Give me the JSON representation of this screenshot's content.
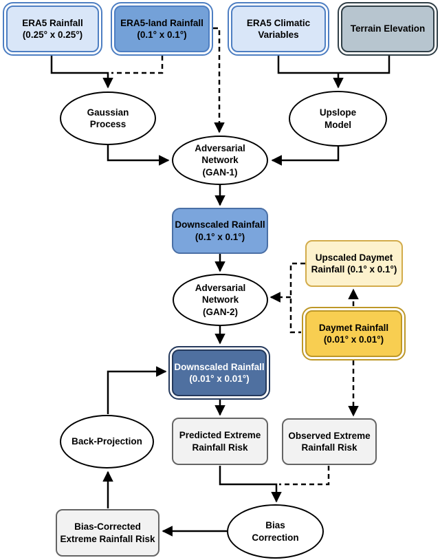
{
  "figure": {
    "type": "flowchart",
    "description": "Rainfall downscaling pipeline diagram"
  },
  "nodes": {
    "era5_rainfall": {
      "line1": "ERA5 Rainfall",
      "line2": "(0.25° x 0.25°)",
      "fill": "#d9e6f8",
      "border": "#4d7ec2",
      "text_color": "#000000"
    },
    "era5_land_rainfall": {
      "line1": "ERA5-land Rainfall",
      "line2": "(0.1° x 0.1°)",
      "fill": "#74a1d8",
      "border": "#4d7ec2",
      "text_color": "#000000"
    },
    "era5_climatic": {
      "line1": "ERA5 Climatic",
      "line2": "Variables",
      "fill": "#d9e6f8",
      "border": "#4d7ec2",
      "text_color": "#000000"
    },
    "terrain_elevation": {
      "line1": "Terrain Elevation",
      "fill": "#b7c5cf",
      "border": "#2f3e46",
      "text_color": "#000000"
    },
    "gaussian_process": {
      "line1": "Gaussian",
      "line2": "Process"
    },
    "upslope_model": {
      "line1": "Upslope",
      "line2": "Model"
    },
    "gan1": {
      "line1": "Adversarial",
      "line2": "Network",
      "line3": "(GAN-1)"
    },
    "downscaled_01": {
      "line1": "Downscaled Rainfall",
      "line2": "(0.1° x 0.1°)",
      "fill": "#7ba5dc",
      "border": "#4a6fa5",
      "text_color": "#000000"
    },
    "gan2": {
      "line1": "Adversarial",
      "line2": "Network",
      "line3": "(GAN-2)"
    },
    "upscaled_daymet": {
      "line1": "Upscaled Daymet",
      "line2": "Rainfall (0.1° x 0.1°)",
      "fill": "#fdf2cd",
      "border": "#d2ab4a",
      "text_color": "#000000"
    },
    "daymet_rainfall": {
      "line1": "Daymet Rainfall",
      "line2": "(0.01° x 0.01°)",
      "fill": "#f8ce51",
      "border": "#bd9727",
      "text_color": "#000000"
    },
    "downscaled_001": {
      "line1": "Downscaled Rainfall",
      "line2": "(0.01° x 0.01°)",
      "fill": "#4f70a0",
      "border": "#24395c",
      "text_color": "#ffffff"
    },
    "predicted_risk": {
      "line1": "Predicted Extreme",
      "line2": "Rainfall Risk",
      "fill": "#f2f2f2",
      "border": "#646464",
      "text_color": "#000000"
    },
    "observed_risk": {
      "line1": "Observed Extreme",
      "line2": "Rainfall Risk",
      "fill": "#f2f2f2",
      "border": "#646464",
      "text_color": "#000000"
    },
    "back_projection": {
      "line1": "Back-Projection"
    },
    "bias_correction": {
      "line1": "Bias",
      "line2": "Correction"
    },
    "bias_corrected_risk": {
      "line1": "Bias-Corrected",
      "line2": "Extreme Rainfall Risk",
      "fill": "#f2f2f2",
      "border": "#646464",
      "text_color": "#000000"
    }
  },
  "edge_colors": {
    "line": "#000000"
  },
  "edges": [
    {
      "from": "era5_rainfall",
      "to": "gaussian_process",
      "style": "solid"
    },
    {
      "from": "era5_land_rainfall",
      "to": "gaussian_process",
      "style": "dashed"
    },
    {
      "from": "era5_land_rainfall",
      "to": "gan1",
      "style": "dashed"
    },
    {
      "from": "era5_climatic",
      "to": "upslope_model",
      "style": "solid"
    },
    {
      "from": "terrain_elevation",
      "to": "upslope_model",
      "style": "solid"
    },
    {
      "from": "gaussian_process",
      "to": "gan1",
      "style": "solid"
    },
    {
      "from": "upslope_model",
      "to": "gan1",
      "style": "solid"
    },
    {
      "from": "gan1",
      "to": "downscaled_01",
      "style": "solid"
    },
    {
      "from": "downscaled_01",
      "to": "gan2",
      "style": "solid"
    },
    {
      "from": "upscaled_daymet",
      "to": "gan2",
      "style": "dashed"
    },
    {
      "from": "daymet_rainfall",
      "to": "gan2",
      "style": "dashed"
    },
    {
      "from": "daymet_rainfall",
      "to": "upscaled_daymet",
      "style": "dashed"
    },
    {
      "from": "gan2",
      "to": "downscaled_001",
      "style": "solid"
    },
    {
      "from": "downscaled_001",
      "to": "predicted_risk",
      "style": "solid"
    },
    {
      "from": "daymet_rainfall",
      "to": "observed_risk",
      "style": "dashed"
    },
    {
      "from": "predicted_risk",
      "to": "bias_correction",
      "style": "solid"
    },
    {
      "from": "observed_risk",
      "to": "bias_correction",
      "style": "dashed"
    },
    {
      "from": "bias_correction",
      "to": "bias_corrected_risk",
      "style": "solid"
    },
    {
      "from": "bias_corrected_risk",
      "to": "back_projection",
      "style": "solid"
    },
    {
      "from": "back_projection",
      "to": "downscaled_001",
      "style": "solid"
    }
  ]
}
